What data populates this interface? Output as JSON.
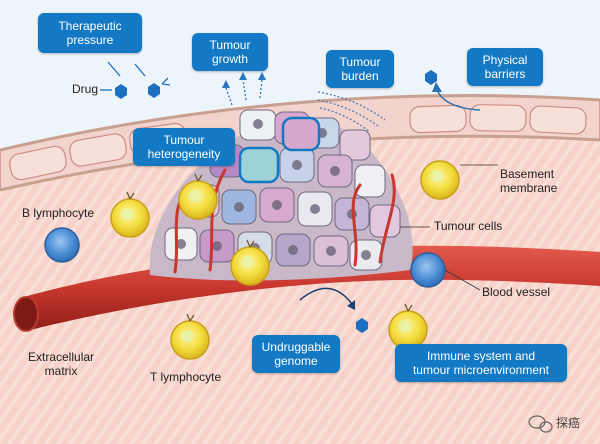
{
  "callouts": {
    "therapeutic_pressure": [
      "Therapeutic",
      "pressure"
    ],
    "tumour_growth": [
      "Tumour",
      "growth"
    ],
    "tumour_burden": [
      "Tumour",
      "burden"
    ],
    "physical_barriers": [
      "Physical",
      "barriers"
    ],
    "tumour_heterogeneity": [
      "Tumour",
      "heterogeneity"
    ],
    "undruggable_genome": [
      "Undruggable",
      "genome"
    ],
    "immune_system": [
      "Immune system and",
      "tumour microenvironment"
    ]
  },
  "labels": {
    "drug": "Drug",
    "basement_membrane": [
      "Basement",
      "membrane"
    ],
    "b_lymphocyte": "B lymphocyte",
    "tumour_cells": "Tumour cells",
    "blood_vessel": "Blood vessel",
    "extracellular_matrix": [
      "Extracellular",
      "matrix"
    ],
    "t_lymphocyte": "T lymphocyte"
  },
  "watermark": "探癌",
  "icons": [
    "drug-hexagon-icon",
    "wechat-icon"
  ],
  "colors": {
    "callout": "#1479c4",
    "drug": "#1d6fc0",
    "vessel": "#c8372e",
    "lymphocyte_yellow": "#f2dc3c",
    "b_cell_blue": "#4f8fd6"
  }
}
